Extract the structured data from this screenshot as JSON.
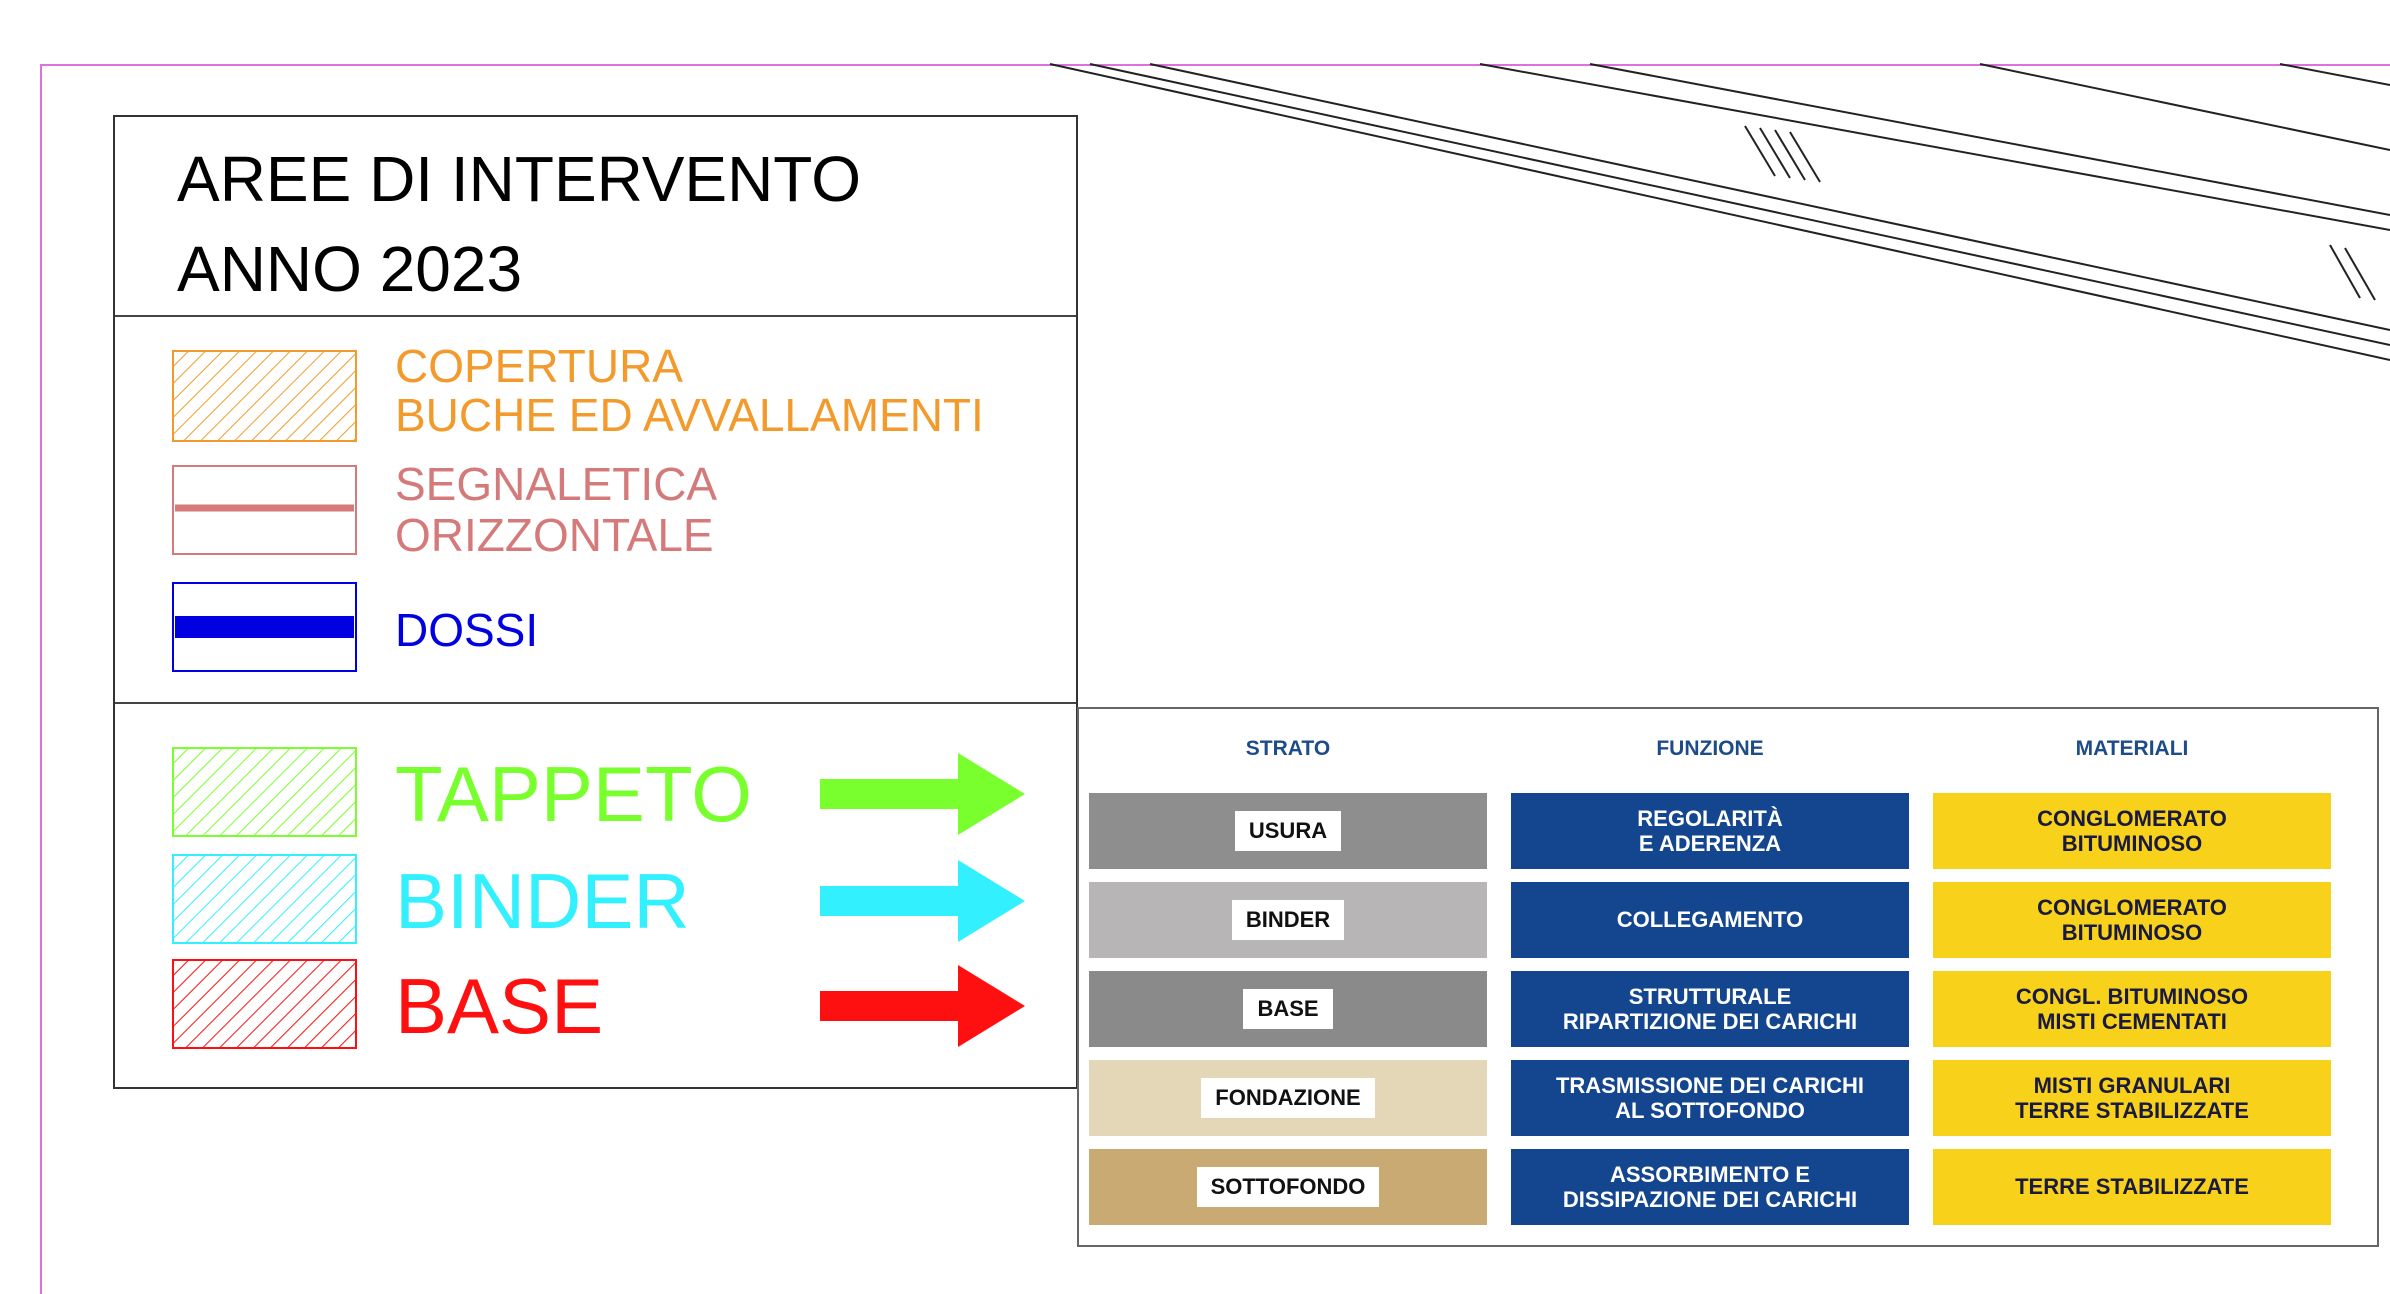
{
  "title": {
    "line1": "AREE DI INTERVENTO",
    "line2": "ANNO 2023"
  },
  "legend": {
    "items": [
      {
        "key": "copertura",
        "line1": "COPERTURA",
        "line2": "BUCHE ED AVVALLAMENTI",
        "color": "#f39a2c"
      },
      {
        "key": "segnaletica",
        "line1": "SEGNALETICA",
        "line2": "ORIZZONTALE",
        "color": "#d47a7a"
      },
      {
        "key": "dossi",
        "line1": "DOSSI",
        "color": "#0000e0"
      }
    ],
    "layers": [
      {
        "key": "tappeto",
        "label": "TAPPETO",
        "color": "#7aff2e"
      },
      {
        "key": "binder",
        "label": "BINDER",
        "color": "#33f0ff"
      },
      {
        "key": "base",
        "label": "BASE",
        "color": "#ff1010"
      }
    ]
  },
  "table": {
    "headers": {
      "strato": "STRATO",
      "funzione": "FUNZIONE",
      "materiali": "MATERIALI"
    },
    "rows": [
      {
        "strato": "USURA",
        "funzione": "REGOLARITÀ\nE ADERENZA",
        "materiali": "CONGLOMERATO\nBITUMINOSO",
        "fill": "#8e8e8e"
      },
      {
        "strato": "BINDER",
        "funzione": "COLLEGAMENTO",
        "materiali": "CONGLOMERATO\nBITUMINOSO",
        "fill": "#b7b5b6"
      },
      {
        "strato": "BASE",
        "funzione": "STRUTTURALE\nRIPARTIZIONE DEI CARICHI",
        "materiali": "CONGL. BITUMINOSO\nMISTI CEMENTATI",
        "fill": "#8a8a8a"
      },
      {
        "strato": "FONDAZIONE",
        "funzione": "TRASMISSIONE DEI CARICHI\nAL SOTTOFONDO",
        "materiali": "MISTI GRANULARI\nTERRE STABILIZZATE",
        "fill": "#e4d7b8"
      },
      {
        "strato": "SOTTOFONDO",
        "funzione": "ASSORBIMENTO E\nDISSIPAZIONE DEI CARICHI",
        "materiali": "TERRE STABILIZZATE",
        "fill": "#c9aa72"
      }
    ]
  }
}
